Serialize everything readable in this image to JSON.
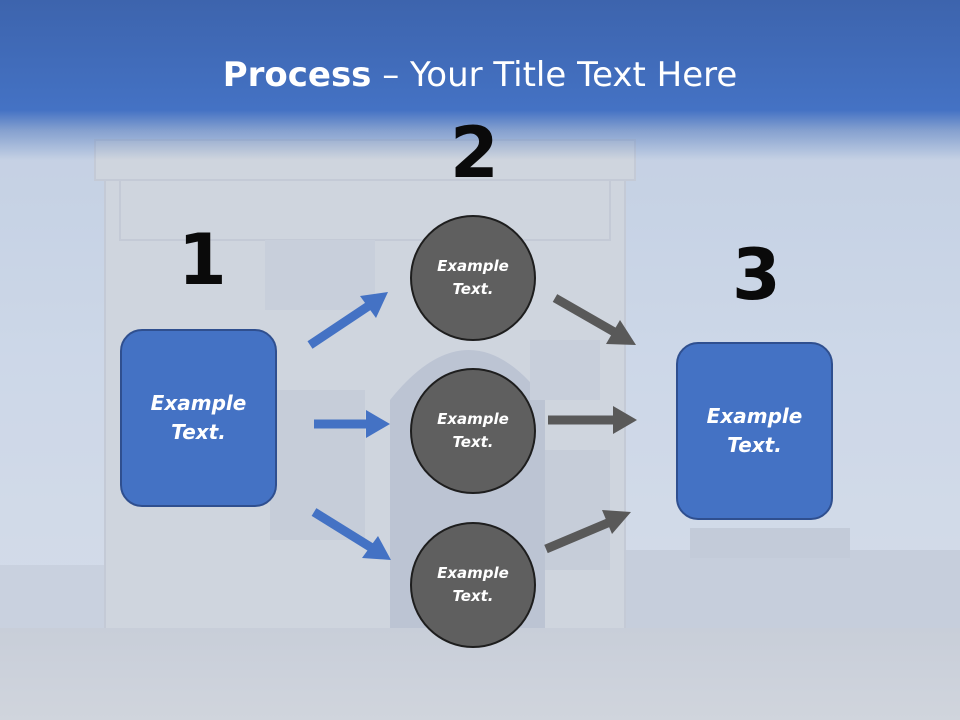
{
  "title": {
    "bold": "Process",
    "rest": " – Your Title Text Here"
  },
  "steps": {
    "one": "1",
    "two": "2",
    "three": "3"
  },
  "left_box": {
    "line1": "Example",
    "line2": "Text."
  },
  "circles": [
    {
      "line1": "Example",
      "line2": "Text."
    },
    {
      "line1": "Example",
      "line2": "Text."
    },
    {
      "line1": "Example",
      "line2": "Text."
    }
  ],
  "right_box": {
    "line1": "Example",
    "line2": "Text."
  },
  "colors": {
    "blue": "#4472c4",
    "gray": "#5f5f5f",
    "arrow_gray": "#595959"
  }
}
